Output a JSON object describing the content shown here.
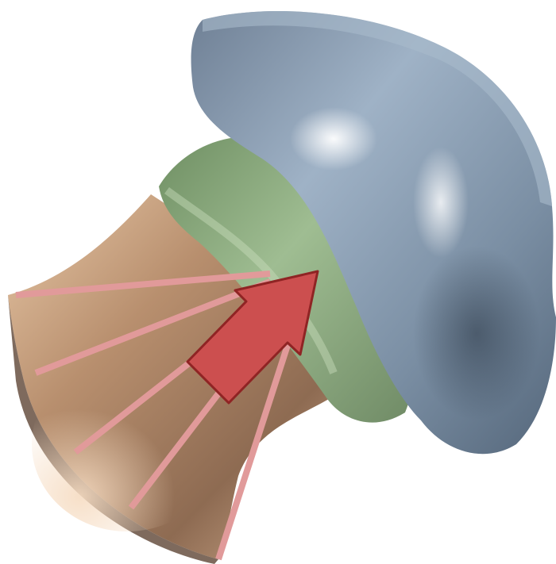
{
  "scene": {
    "background": "#ffffff",
    "parts": [
      {
        "name": "blue-cap-shape",
        "color": "#8fa3b8"
      },
      {
        "name": "green-band-shape",
        "color": "#8ba57f"
      },
      {
        "name": "brown-flared-base",
        "color": "#b08a6a"
      }
    ],
    "overlay": {
      "radial_lines_color": "#e19a9a",
      "radial_lines_count": 5,
      "arrow_color": "#cc4f4f",
      "arrow_outline": "#8f2424"
    }
  }
}
